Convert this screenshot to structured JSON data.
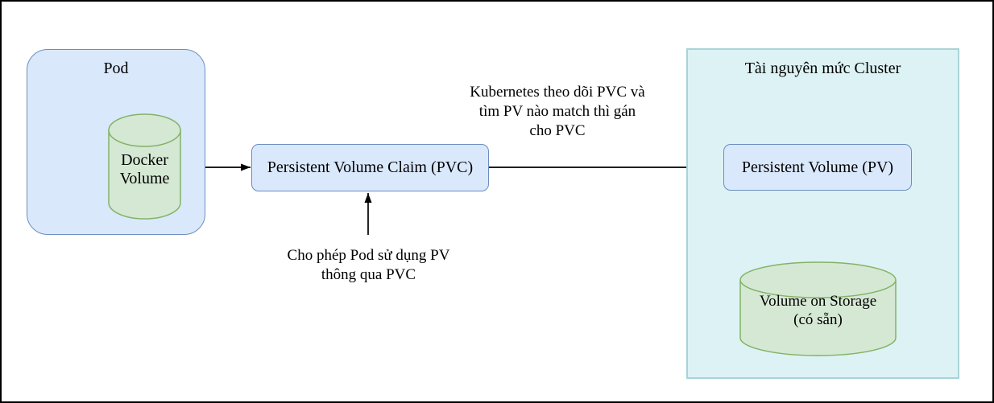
{
  "diagram": {
    "pod": {
      "label": "Pod"
    },
    "docker_volume": {
      "line1": "Docker",
      "line2": "Volume"
    },
    "pvc": {
      "label": "Persistent Volume Claim (PVC)"
    },
    "cluster": {
      "label": "Tài nguyên mức Cluster"
    },
    "pv": {
      "label": "Persistent Volume (PV)"
    },
    "storage_volume": {
      "line1": "Volume on Storage",
      "line2": "(có sẵn)"
    },
    "annotations": {
      "match": {
        "line1": "Kubernetes theo dõi PVC và",
        "line2": "tìm PV nào match thì gán",
        "line3": "cho PVC"
      },
      "usage": {
        "line1": "Cho phép Pod sử dụng PV",
        "line2": "thông qua PVC"
      }
    }
  },
  "colors": {
    "box_fill": "#dae8fc",
    "box_stroke": "#6c8ebf",
    "cylinder_fill": "#d5e8d4",
    "cylinder_stroke": "#82b366",
    "cluster_fill": "#ddf2f4",
    "cluster_stroke": "#a8d3d8",
    "arrow": "#000000",
    "text": "#000000",
    "background": "#ffffff",
    "canvas_border": "#000000"
  }
}
